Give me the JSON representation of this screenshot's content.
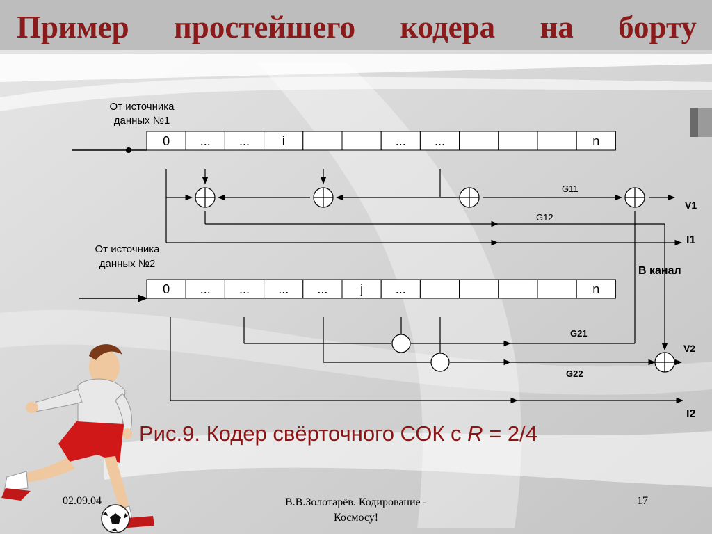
{
  "title": [
    "Пример",
    "простейшего",
    "кодера",
    "на",
    "борту"
  ],
  "source1_label": [
    "От  источника",
    "данных  №1"
  ],
  "source2_label": [
    "От  источника",
    "данных  №2"
  ],
  "register1_cells": [
    "0",
    "...",
    "...",
    "i",
    "",
    "",
    "...",
    "...",
    "",
    "",
    "",
    "n"
  ],
  "register2_cells": [
    "0",
    "...",
    "...",
    "...",
    "...",
    "j",
    "...",
    "",
    "",
    "",
    "",
    "n"
  ],
  "g11": "G11",
  "g12": "G12",
  "g21": "G21",
  "g22": "G22",
  "out_v1": "V1",
  "out_i1": "I1",
  "out_v2": "V2",
  "out_i2": "I2",
  "channel_label": "В канал",
  "caption": {
    "prefix": "Рис.9. Кодер  свёрточного СОК  с ",
    "r_symbol": "R",
    "suffix": " = 2/4"
  },
  "footer": {
    "date": "02.09.04",
    "author_line1": "В.В.Золотарёв.  Кодирование -",
    "author_line2": "Космосу!",
    "page": "17"
  },
  "colors": {
    "title": "#8b1a1a",
    "caption": "#8b1414",
    "background": "#d4d4d4"
  }
}
